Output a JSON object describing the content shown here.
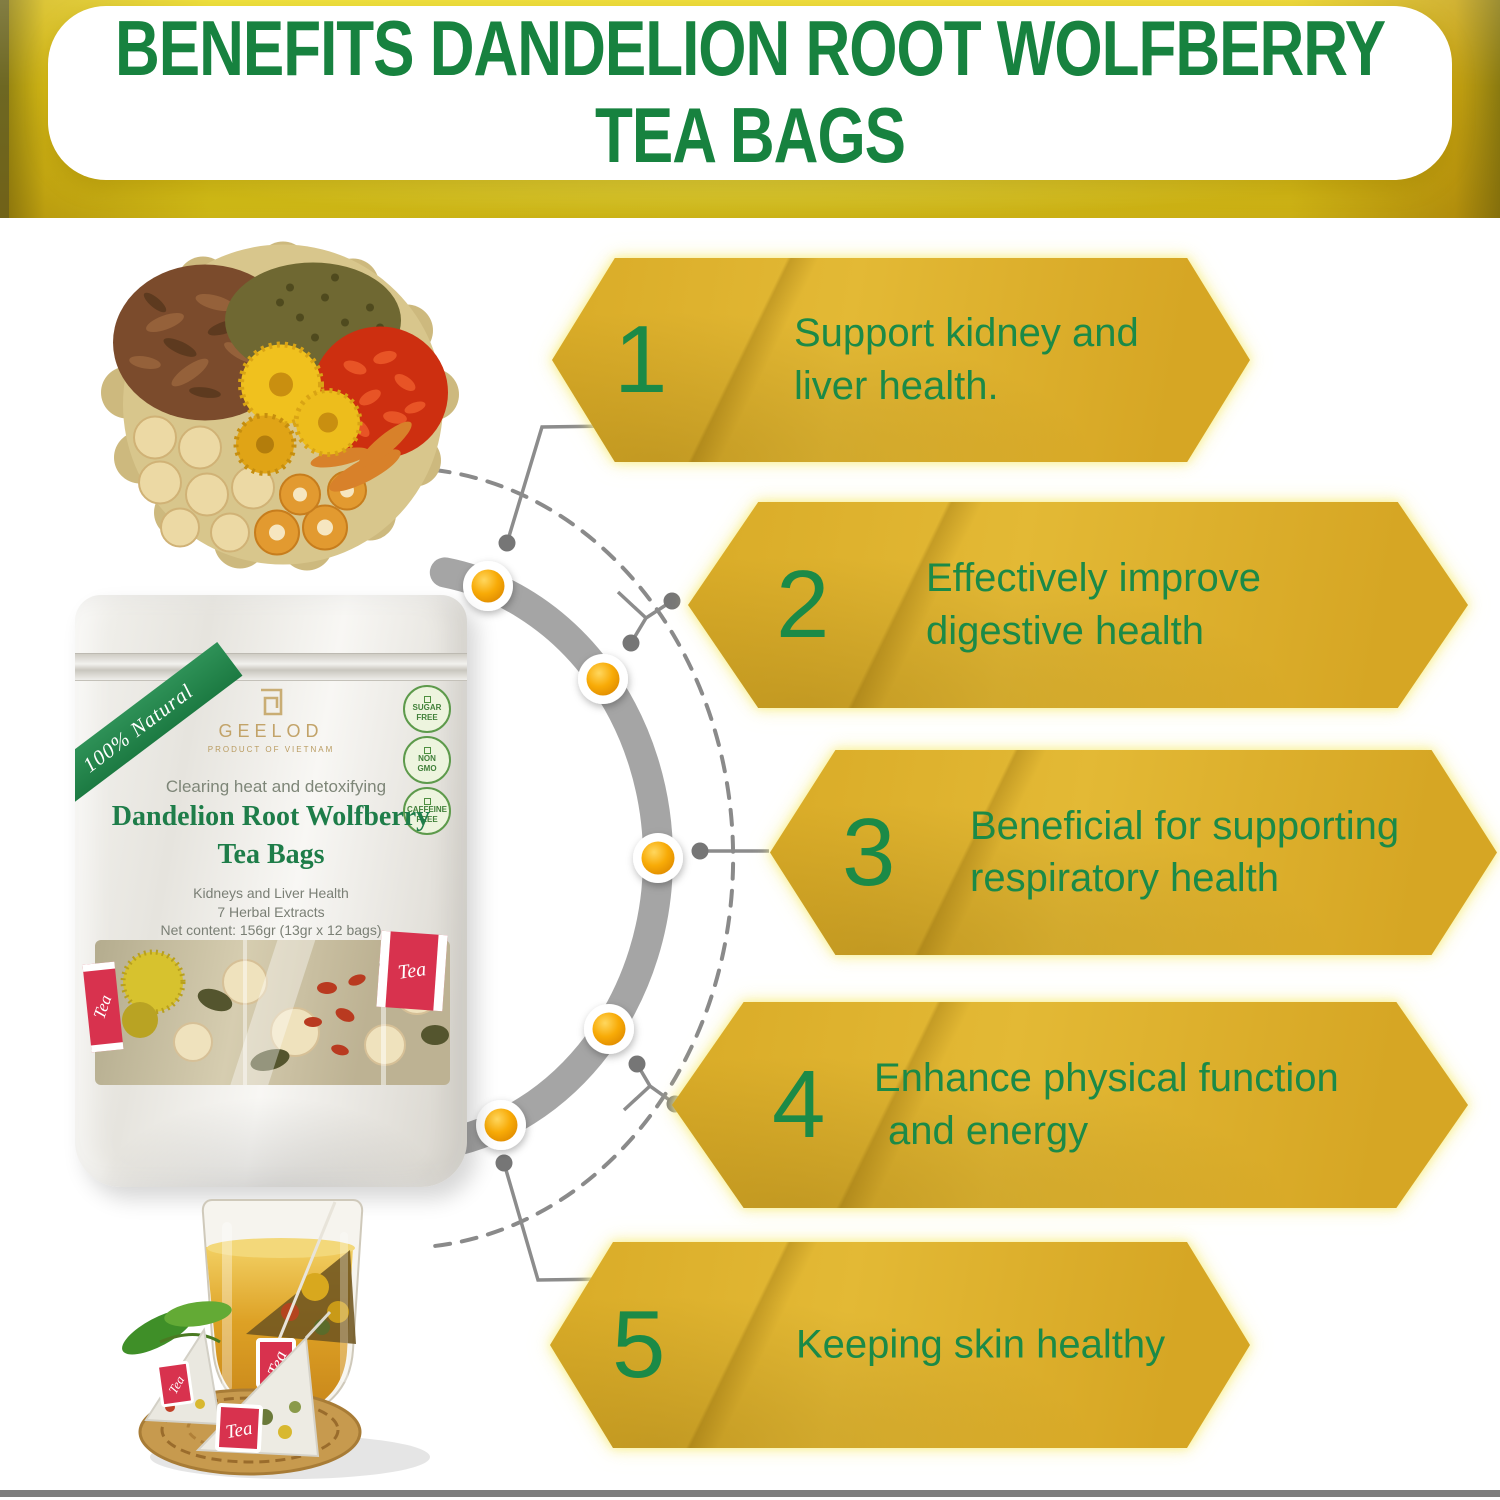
{
  "header": {
    "title_line1": "BENEFITS DANDELION ROOT WOLFBERRY",
    "title_line2": "TEA BAGS"
  },
  "benefits": [
    {
      "number": "1",
      "line1": "Support kidney and",
      "line2": "liver health."
    },
    {
      "number": "2",
      "line1": "Effectively improve",
      "line2": "digestive health"
    },
    {
      "number": "3",
      "line1": "Beneficial for supporting",
      "line2": "respiratory health"
    },
    {
      "number": "4",
      "line1": "Enhance physical function",
      "line2": "and energy"
    },
    {
      "number": "5",
      "line1": "Keeping skin healthy",
      "line2": ""
    }
  ],
  "package": {
    "ribbon": "100% Natural",
    "brand": "GEELOD",
    "brand_subtitle": "PRODUCT OF VIETNAM",
    "tagline": "Clearing heat and detoxifying",
    "product_line1": "Dandelion Root Wolfberry",
    "product_line2": "Tea Bags",
    "subtitle1": "Kidneys and Liver Health",
    "subtitle2": "7 Herbal Extracts",
    "subtitle3": "Net content: 156gr (13gr x 12 bags)",
    "badges": [
      {
        "line1": "SUGAR",
        "line2": "FREE"
      },
      {
        "line1": "NON",
        "line2": "GMO"
      },
      {
        "line1": "CAFFEINE",
        "line2": "FREE"
      }
    ]
  },
  "labels": {
    "tea": "Tea"
  },
  "colors": {
    "title_green": "#17823f",
    "benefit_green": "#1b8a47",
    "banner_yellow": "#ddb02a",
    "band_yellow": "#ecd41c",
    "arc_gray": "#9d9d9d",
    "dot_orange": "#f5a302",
    "tag_red": "#d8324e",
    "ribbon_green": "#1c7a42",
    "brand_gold": "#c2a369"
  }
}
